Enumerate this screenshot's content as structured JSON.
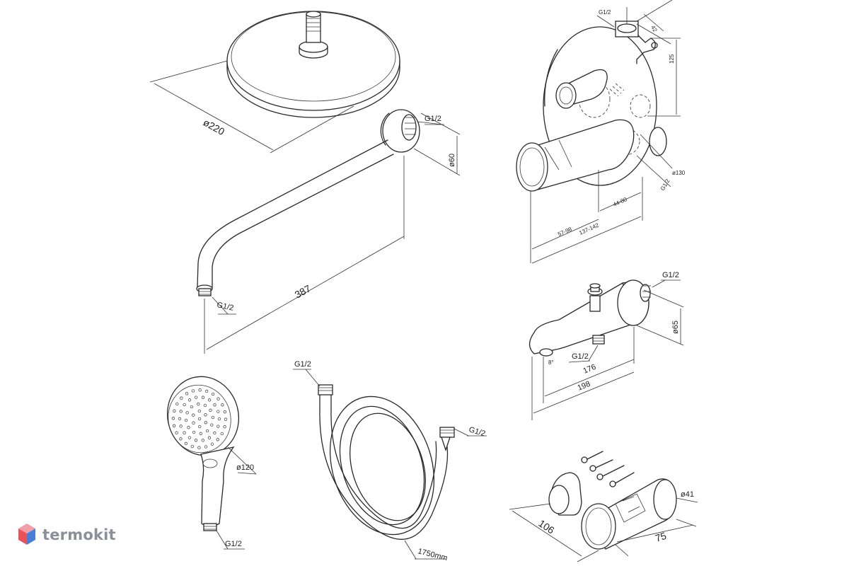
{
  "brand": {
    "name": "termokit",
    "logo_colors": [
      "#e8525a",
      "#4a7fd8",
      "#f0a0a8",
      "#9ec0f0"
    ]
  },
  "overhead_shower": {
    "diameter_label": "ø220"
  },
  "shower_arm": {
    "connection_top": "G1/2",
    "flange_label": "ø60",
    "length_label": "387",
    "connection_bottom": "G1/2"
  },
  "mixer": {
    "connection_top": "G1/2",
    "dim_top": "42",
    "dim_height": "125",
    "diameter_label": "ø130",
    "connection_right": "G1/2",
    "dim_a": "44-80",
    "dim_b": "57-98",
    "dim_c": "137-142"
  },
  "spout": {
    "connection_back": "G1/2",
    "height_label": "ø65",
    "angle_label": "8°",
    "connection_bottom": "G1/2",
    "dim_a": "176",
    "dim_b": "198"
  },
  "hand_shower": {
    "diameter_label": "ø120",
    "connection": "G1/2"
  },
  "hose": {
    "connection_a": "G1/2",
    "connection_b": "G1/2",
    "length_label": "1750mm"
  },
  "holder": {
    "diameter_label": "ø41",
    "dim_a": "106",
    "dim_b": "75"
  }
}
